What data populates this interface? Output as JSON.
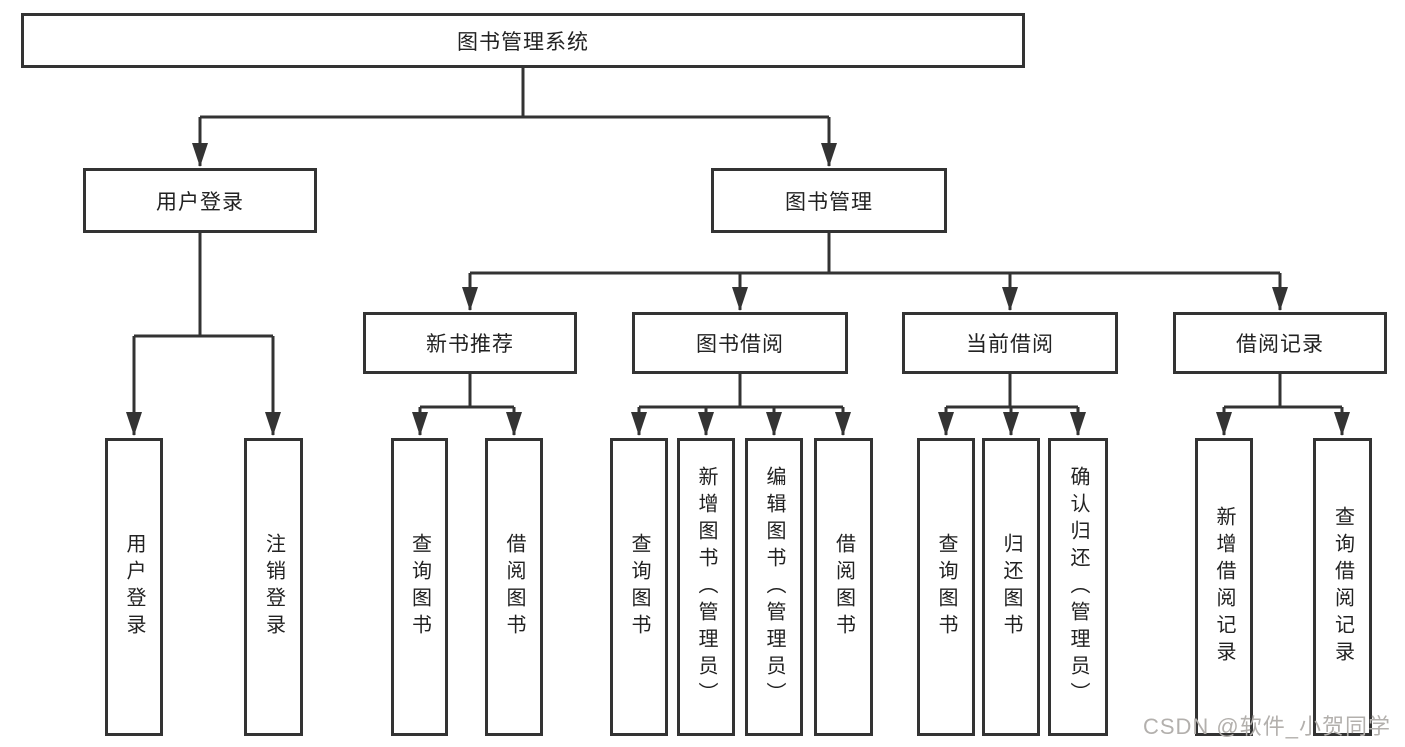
{
  "diagram_title": "图书管理系统",
  "tree": {
    "root": {
      "label": "图书管理系统"
    },
    "user_login": {
      "label": "用户登录",
      "children": [
        {
          "label": "用户登录"
        },
        {
          "label": "注销登录"
        }
      ]
    },
    "book_management": {
      "label": "图书管理",
      "sections": [
        {
          "label": "新书推荐",
          "children": [
            {
              "label": "查询图书"
            },
            {
              "label": "借阅图书"
            }
          ]
        },
        {
          "label": "图书借阅",
          "children": [
            {
              "label": "查询图书"
            },
            {
              "label": "新增图书（管理员）"
            },
            {
              "label": "编辑图书（管理员）"
            },
            {
              "label": "借阅图书"
            }
          ]
        },
        {
          "label": "当前借阅",
          "children": [
            {
              "label": "查询图书"
            },
            {
              "label": "归还图书"
            },
            {
              "label": "确认归还（管理员）"
            }
          ]
        },
        {
          "label": "借阅记录",
          "children": [
            {
              "label": "新增借阅记录"
            },
            {
              "label": "查询借阅记录"
            }
          ]
        }
      ]
    }
  },
  "watermark": {
    "text": "CSDN @软件_小贺同学"
  },
  "colors": {
    "line": "#333333",
    "text": "#222222",
    "watermark": "#b3b0ad",
    "background": "#ffffff"
  }
}
